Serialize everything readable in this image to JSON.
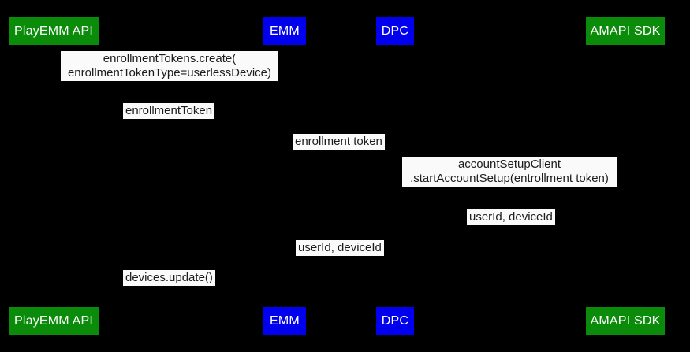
{
  "diagram": {
    "type": "sequence-diagram",
    "background_color": "#000000",
    "label_background_color": "#fafafa",
    "label_text_color": "#1c1c1c",
    "actor_text_color": "#ffffff",
    "actors": [
      {
        "label": "PlayEMM API",
        "color": "#0a8c0a"
      },
      {
        "label": "EMM",
        "color": "#0000ee"
      },
      {
        "label": "DPC",
        "color": "#0000ee"
      },
      {
        "label": "AMAPI SDK",
        "color": "#0a8c0a"
      }
    ],
    "messages": [
      {
        "text": "enrollmentTokens.create(\nenrollmentTokenType=userlessDevice)"
      },
      {
        "text": "enrollmentToken"
      },
      {
        "text": "enrollment token"
      },
      {
        "text": "accountSetupClient\n.startAccountSetup(entrollment token)"
      },
      {
        "text": "userId, deviceId"
      },
      {
        "text": "userId, deviceId"
      },
      {
        "text": "devices.update()"
      }
    ]
  }
}
